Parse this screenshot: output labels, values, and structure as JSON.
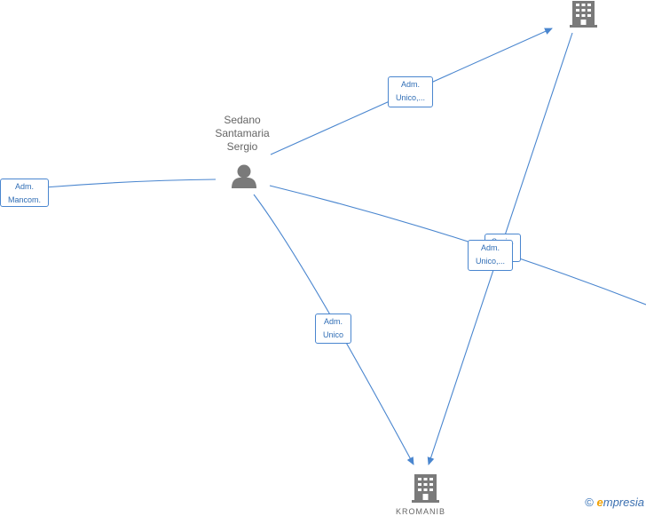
{
  "person": {
    "name_lines": [
      "Sedano",
      "Santamaria",
      "Sergio"
    ]
  },
  "edge_labels": {
    "top_right": [
      "Adm.",
      "Unico,..."
    ],
    "left": [
      "Adm.",
      "Mancom."
    ],
    "center_bottom": [
      "Adm.",
      "Unico"
    ],
    "right_middle": [
      "Adm.",
      "Unico,..."
    ],
    "right_middle_hidden": [
      "Soci..."
    ]
  },
  "bottom_company_label": "KROMANIB",
  "watermark": {
    "copyright": "©",
    "brand_initial": "e",
    "brand_rest": "mpresia"
  },
  "colors": {
    "edge": "#4a86cf",
    "node_icon": "#7a7a7a",
    "label_text": "#2f6db5"
  }
}
